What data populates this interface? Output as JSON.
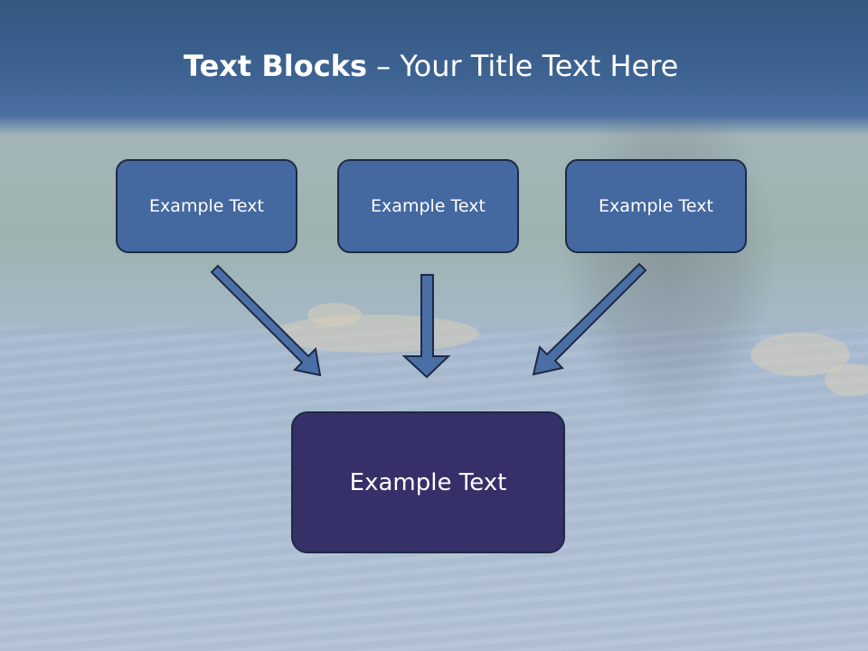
{
  "title": {
    "bold": "Text Blocks",
    "rest": " – Your Title Text Here"
  },
  "blocks": [
    {
      "label": "Example Text"
    },
    {
      "label": "Example Text"
    },
    {
      "label": "Example Text"
    }
  ],
  "main_block": {
    "label": "Example Text"
  },
  "colors": {
    "title_band": "#3e6494",
    "block_fill": "#4468a0",
    "main_block_fill": "#353068",
    "arrow_fill": "#4a6fa6",
    "border": "#1e2a44"
  }
}
